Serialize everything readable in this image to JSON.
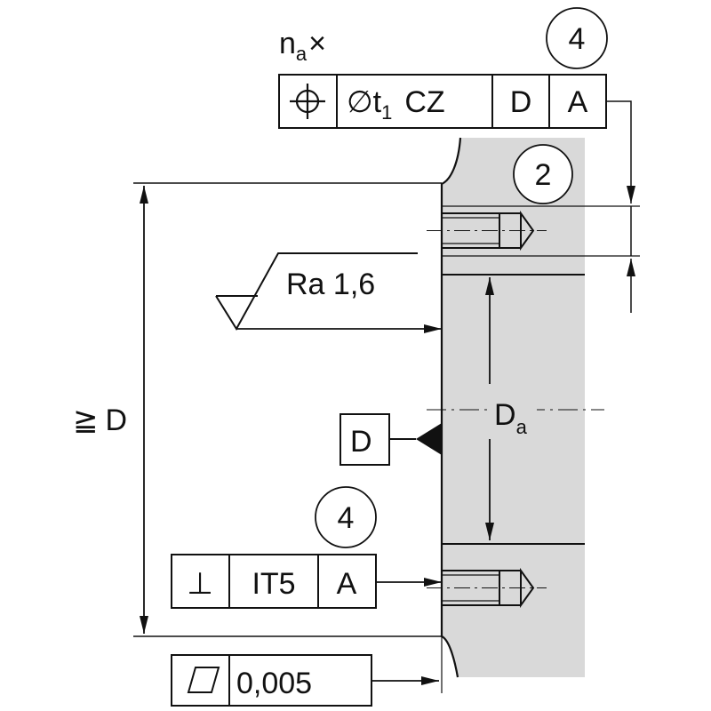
{
  "colors": {
    "line": "#111111",
    "part_fill": "#d9d9d9",
    "background": "#ffffff"
  },
  "position_frame": {
    "multiplier_base": "n",
    "multiplier_sub": "a",
    "multiplier_times": "×",
    "symbol": "position-symbol",
    "tolerance_diam": "∅",
    "tolerance_t": "t",
    "tolerance_sub": "1",
    "tolerance_suffix": "CZ",
    "datum_1": "D",
    "datum_2": "A",
    "balloon": "4"
  },
  "balloon_top_right": "2",
  "surface_finish": {
    "label": "Ra 1,6"
  },
  "dimension_left": {
    "symbol": "≧",
    "label": "D"
  },
  "dimension_da": {
    "base": "D",
    "sub": "a"
  },
  "datum_feature": {
    "label": "D"
  },
  "perpendicularity_frame": {
    "symbol": "⊥",
    "tolerance": "IT5",
    "datum": "A",
    "balloon": "4"
  },
  "flatness_frame": {
    "symbol": "flatness-symbol",
    "tolerance": "0,005"
  }
}
